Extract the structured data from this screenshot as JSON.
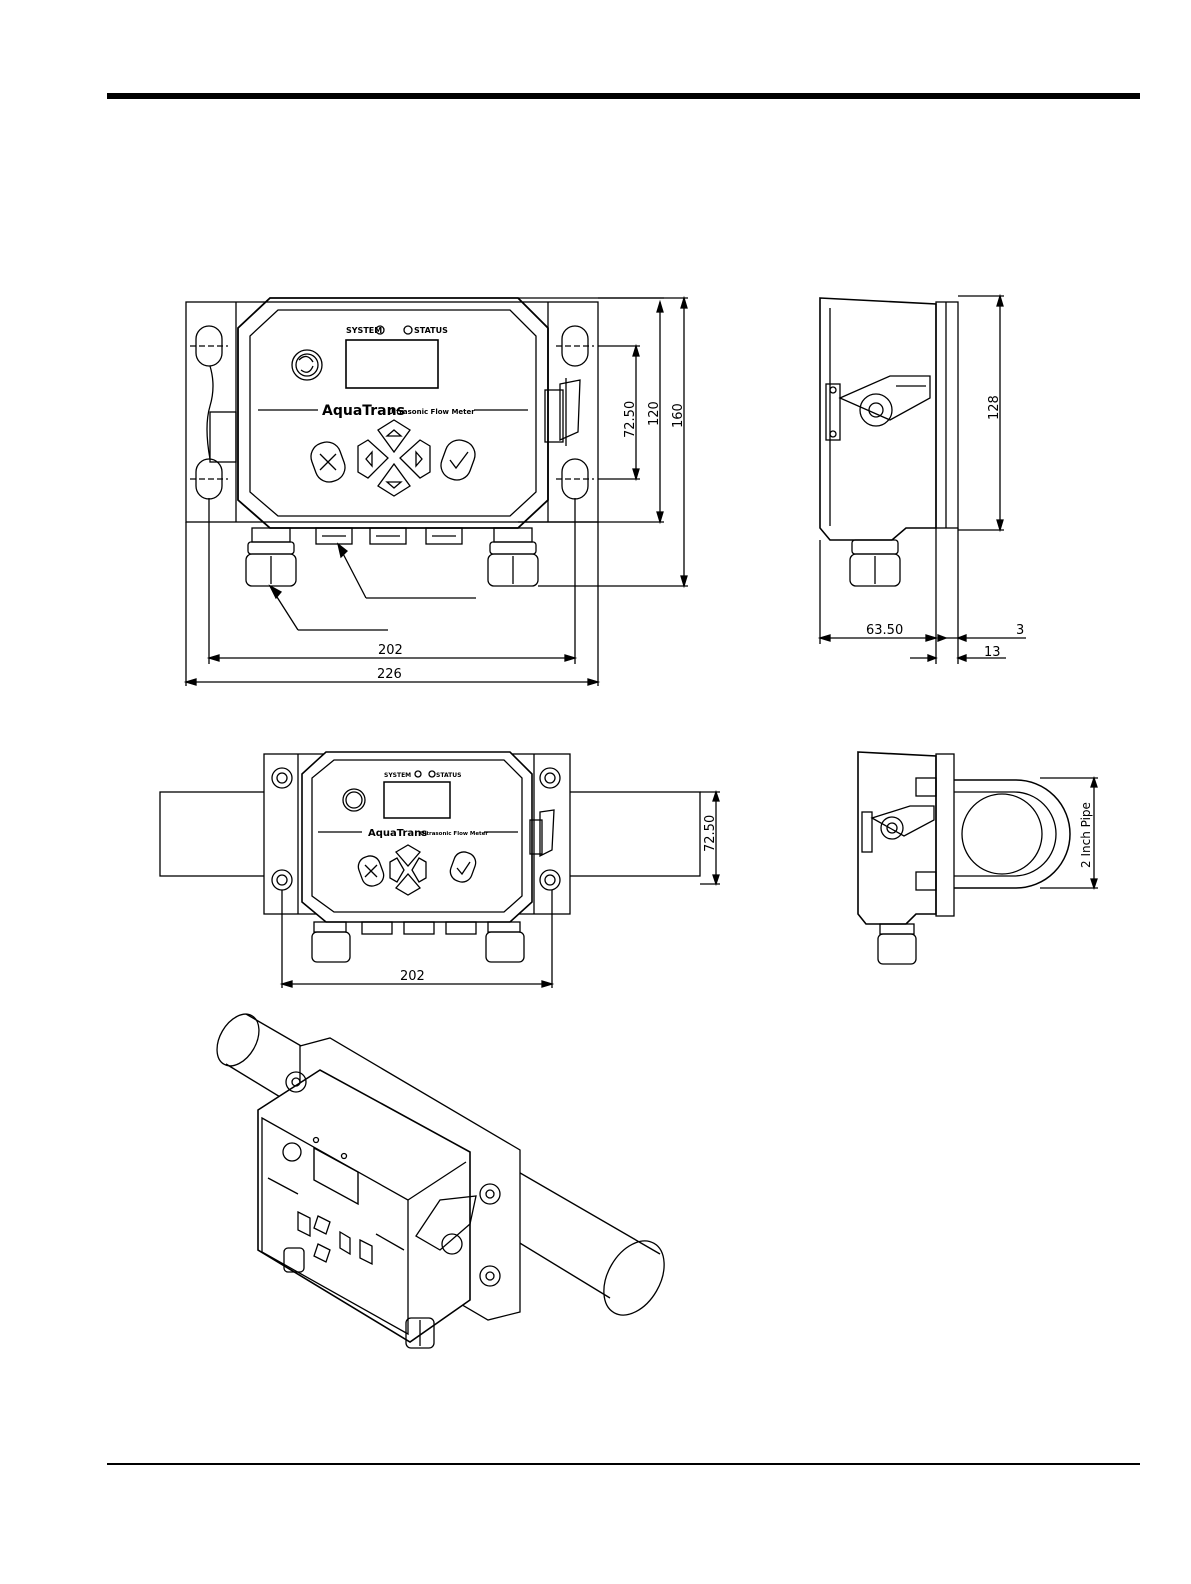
{
  "front_view": {
    "led_system": "SYSTEM",
    "led_status": "STATUS",
    "brand_name": "AquaTrans",
    "brand_sub": "Ultrasonic Flow Meter",
    "dim_72_50": "72.50",
    "dim_120": "120",
    "dim_160": "160",
    "dim_202": "202",
    "dim_226": "226"
  },
  "side_view": {
    "dim_128": "128",
    "dim_63_50": "63.50",
    "dim_3": "3",
    "dim_13": "13"
  },
  "pipe_front_view": {
    "led_system": "SYSTEM",
    "led_status": "STATUS",
    "brand_name": "AquaTrans",
    "brand_sub": "Ultrasonic Flow Meter",
    "dim_72_50": "72.50",
    "dim_202": "202"
  },
  "pipe_side_view": {
    "pipe_label": "2 Inch Pipe"
  },
  "colors": {
    "ink": "#000000",
    "rule": "#000000",
    "paper": "#ffffff"
  },
  "icons": [
    "ge-logo-icon",
    "cancel-key-icon",
    "arrow-up-key-icon",
    "arrow-down-key-icon",
    "arrow-left-key-icon",
    "arrow-right-key-icon",
    "confirm-key-icon"
  ]
}
